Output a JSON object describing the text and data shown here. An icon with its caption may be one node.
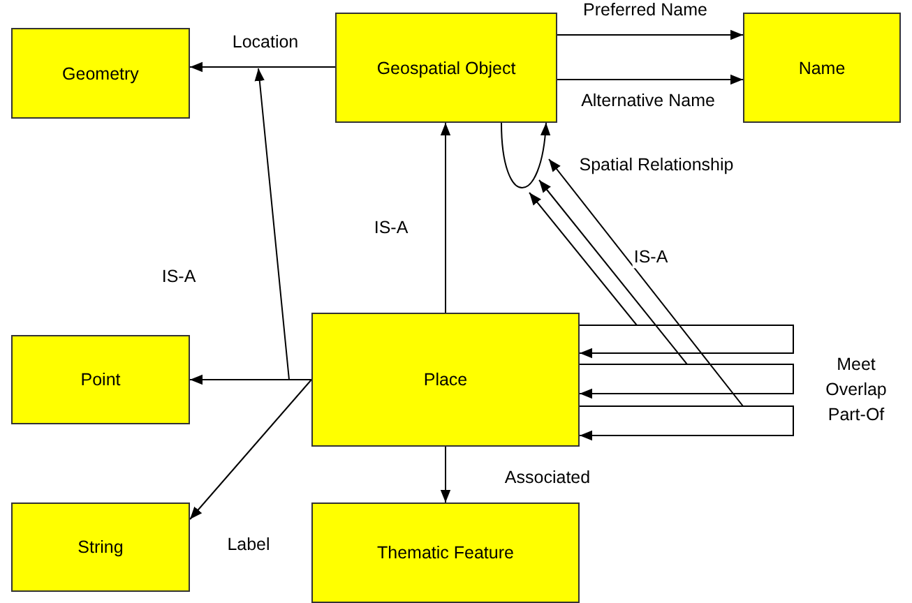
{
  "diagram": {
    "nodes": [
      {
        "text": [
          "Geometry"
        ]
      },
      {
        "text": [
          "Geospatial Object"
        ]
      },
      {
        "text": [
          "Name"
        ]
      },
      {
        "text": [
          "Point"
        ]
      },
      {
        "text": [
          "Place"
        ]
      },
      {
        "text": [
          "String"
        ]
      },
      {
        "text": [
          "Thematic Feature"
        ]
      }
    ],
    "edges": [
      {
        "from": 1,
        "to": 0,
        "arrow": "to",
        "label": "Location"
      },
      {
        "from": 1,
        "to": 2,
        "arrow": "to",
        "label": "Preferred Name"
      },
      {
        "from": 1,
        "to": 2,
        "arrow": "to",
        "label": "Alternative Name"
      },
      {
        "from": 1,
        "to": 1,
        "arrow": "to",
        "label": "Spatial Relationship"
      },
      {
        "from": 3,
        "to": 0,
        "arrow": "to",
        "label": "IS-A"
      },
      {
        "from": 4,
        "to": 3,
        "arrow": "to"
      },
      {
        "from": 4,
        "to": 5,
        "arrow": "to",
        "label": "Label"
      },
      {
        "from": 4,
        "to": 1,
        "arrow": "to",
        "label": "IS-A"
      },
      {
        "from": 4,
        "to": 6,
        "arrow": "to",
        "label": "Associated"
      },
      {
        "from": 4,
        "to": 4,
        "arrow": "to",
        "label": "Meet"
      },
      {
        "from": 4,
        "to": 4,
        "arrow": "to",
        "label": "Overlap"
      },
      {
        "from": 4,
        "to": 4,
        "arrow": "to",
        "label": "Part-Of"
      },
      {
        "from": 4,
        "to": 1,
        "arrow": "to"
      },
      {
        "from": 4,
        "to": 1,
        "arrow": "to"
      },
      {
        "from": 4,
        "to": 1,
        "arrow": "to",
        "label": "IS-A"
      }
    ]
  }
}
